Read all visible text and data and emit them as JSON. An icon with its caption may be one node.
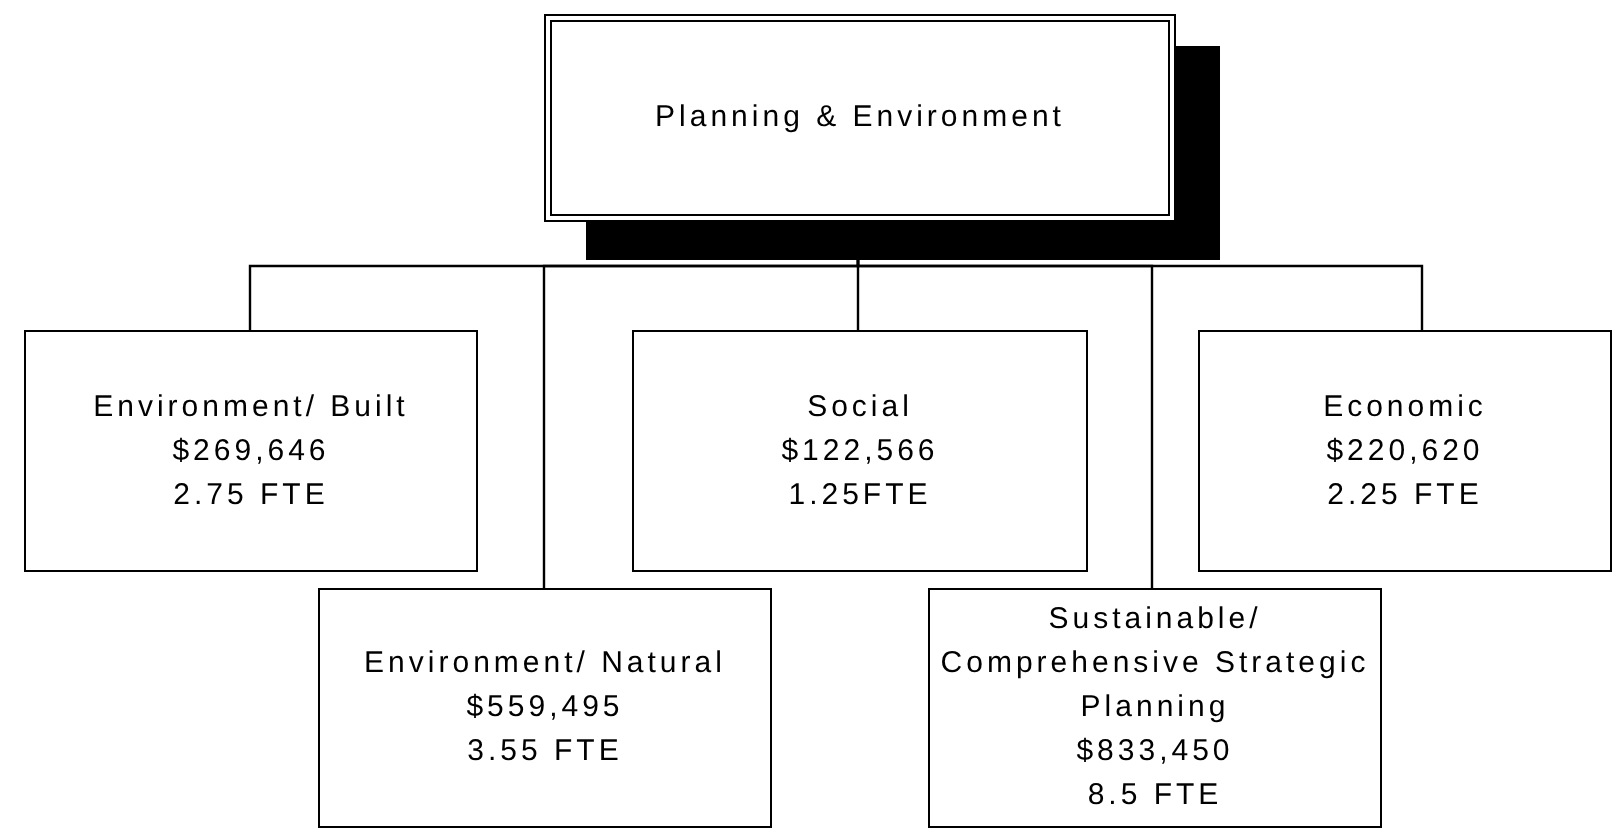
{
  "diagram": {
    "nodes": [
      {
        "text": [
          "Planning & Environment"
        ]
      },
      {
        "text": [
          "Environment/ Built",
          "$269,646",
          "2.75 FTE"
        ]
      },
      {
        "text": [
          "Environment/ Natural",
          "$559,495",
          "3.55 FTE"
        ]
      },
      {
        "text": [
          "Social",
          "$122,566",
          "1.25FTE"
        ]
      },
      {
        "text": [
          "Sustainable/ Comprehensive Strategic Planning",
          "$833,450",
          "8.5 FTE"
        ]
      },
      {
        "text": [
          "Economic",
          "$220,620",
          "2.25 FTE"
        ]
      }
    ],
    "edges": [
      {
        "from": 0,
        "to": 1,
        "arrow": "none"
      },
      {
        "from": 0,
        "to": 2,
        "arrow": "none"
      },
      {
        "from": 0,
        "to": 3,
        "arrow": "none"
      },
      {
        "from": 0,
        "to": 4,
        "arrow": "none"
      },
      {
        "from": 0,
        "to": 5,
        "arrow": "none"
      }
    ]
  }
}
